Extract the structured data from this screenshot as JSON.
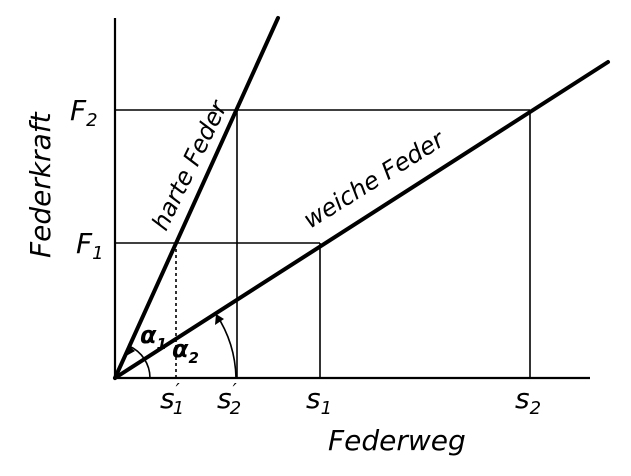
{
  "axes": {
    "y_label": "Federkraft",
    "x_label": "Federweg"
  },
  "y_ticks": {
    "F1": {
      "base": "F",
      "sub": "1"
    },
    "F2": {
      "base": "F",
      "sub": "2"
    }
  },
  "x_ticks": {
    "s1_prime": {
      "base": "s",
      "sub": "1",
      "mark": "′"
    },
    "s2_prime": {
      "base": "s",
      "sub": "2",
      "mark": "′"
    },
    "s1": {
      "base": "s",
      "sub": "1"
    },
    "s2": {
      "base": "s",
      "sub": "2"
    }
  },
  "lines": {
    "hard": "harte Feder",
    "soft": "weiche Feder"
  },
  "angles": {
    "alpha1": {
      "base": "α",
      "sub": "1"
    },
    "alpha2": {
      "base": "α",
      "sub": "2"
    }
  },
  "colors": {
    "ink": "#000000",
    "paper": "#ffffff"
  }
}
